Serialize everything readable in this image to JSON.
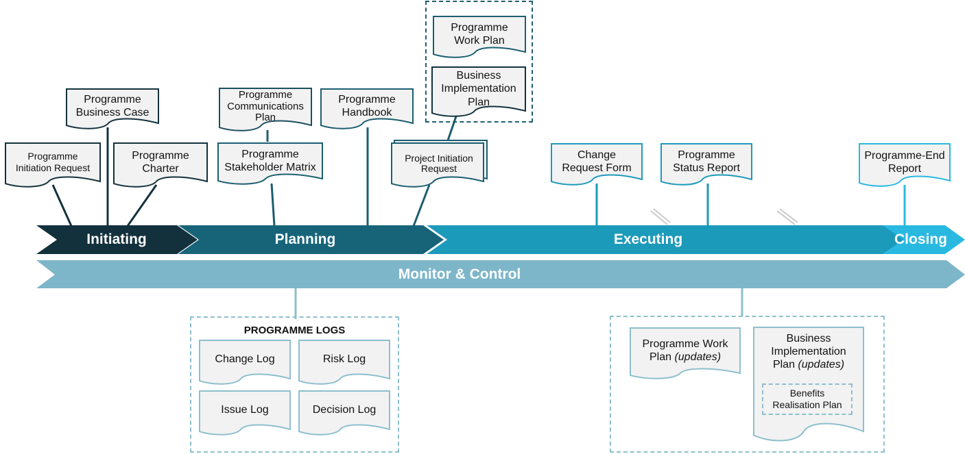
{
  "phases": {
    "initiating": "Initiating",
    "planning": "Planning",
    "executing": "Executing",
    "closing": "Closing",
    "monitor": "Monitor & Control"
  },
  "docs": {
    "initiation_request": "Programme\nInitiation Request",
    "business_case": "Programme\nBusiness Case",
    "charter": "Programme\nCharter",
    "communications_plan": "Programme\nCommunications\nPlan",
    "stakeholder_matrix": "Programme\nStakeholder Matrix",
    "handbook": "Programme\nHandbook",
    "work_plan": "Programme\nWork Plan",
    "business_impl_plan": "Business\nImplementation\nPlan",
    "project_initiation": "Project Initiation\nRequest",
    "change_request": "Change\nRequest Form",
    "status_report": "Programme\nStatus Report",
    "end_report": "Programme-End\nReport"
  },
  "logs": {
    "title": "PROGRAMME LOGS",
    "change": "Change Log",
    "risk": "Risk Log",
    "issue": "Issue Log",
    "decision": "Decision Log"
  },
  "updates": {
    "work_plan_main": "Programme Work\nPlan ",
    "work_plan_suffix": "(updates)",
    "bip_main": "Business\nImplementation\nPlan  ",
    "bip_suffix": "(updates)",
    "benefits": "Benefits\nRealisation Plan"
  },
  "colors": {
    "initiating": "#13313d",
    "planning": "#176479",
    "executing": "#1c9aba",
    "closing": "#29b9e0",
    "monitor": "#7db6c9",
    "doc_fill": "#f2f2f2"
  }
}
